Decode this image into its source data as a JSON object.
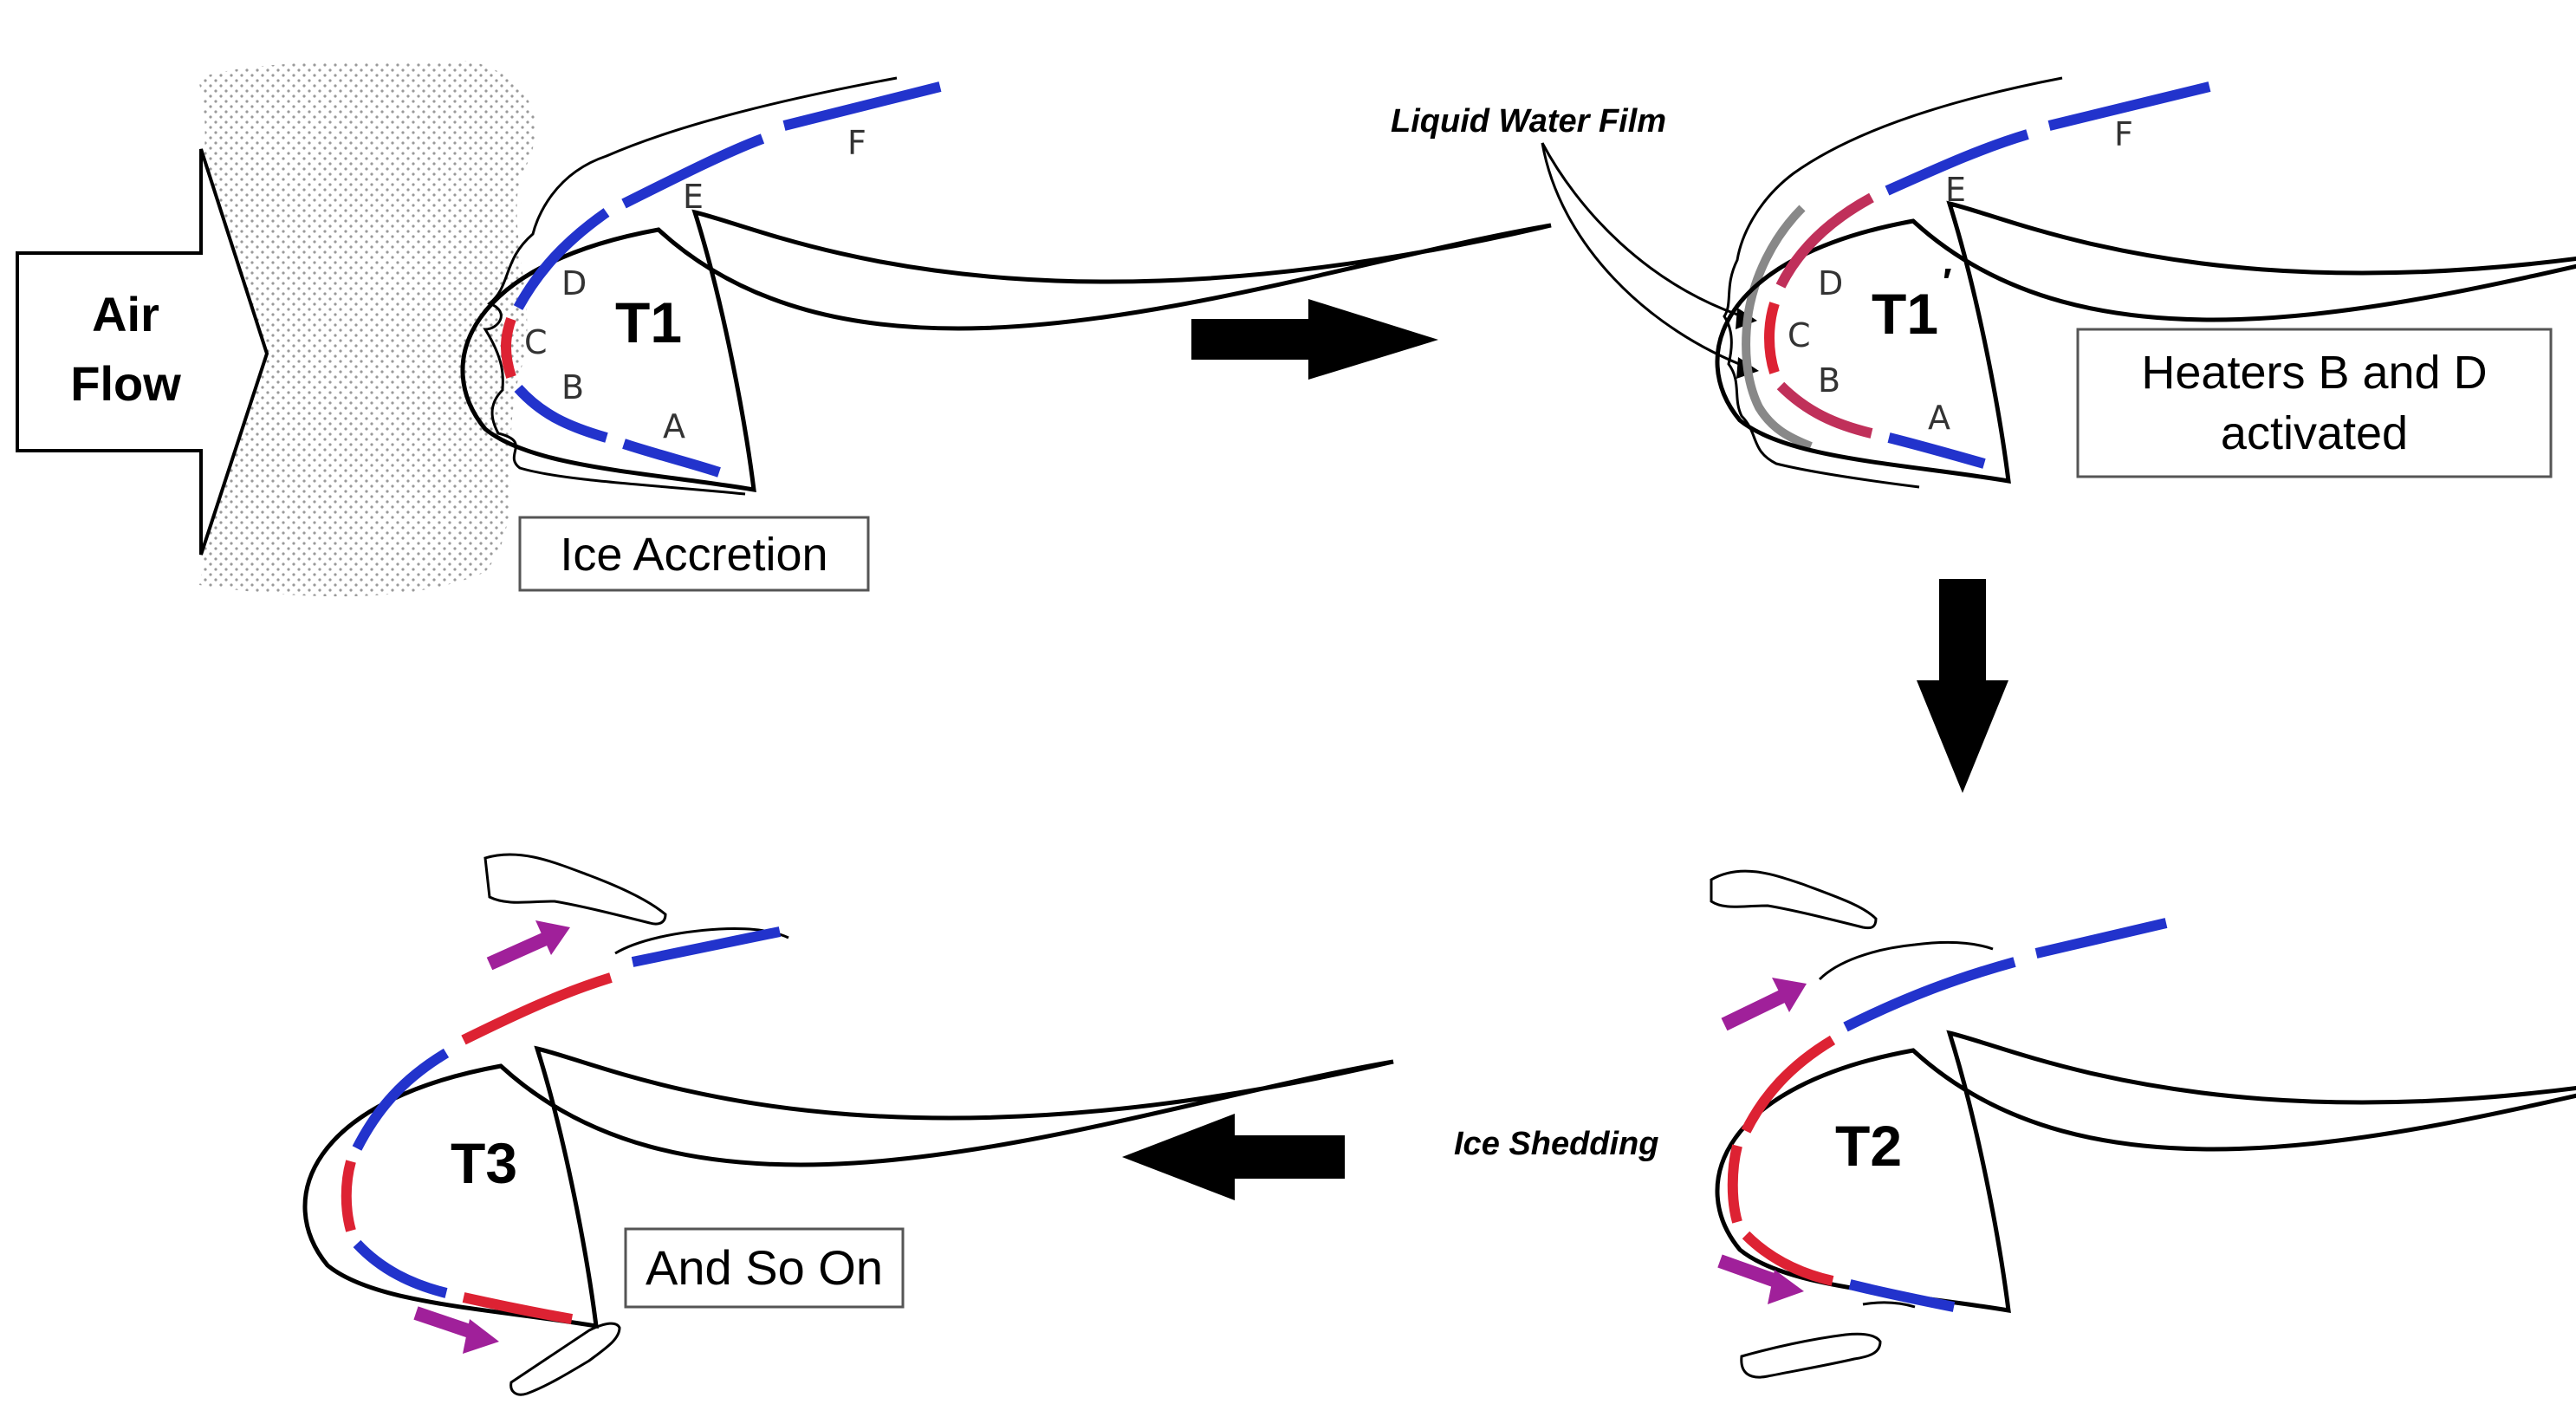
{
  "colors": {
    "heater_off": "#2233cc",
    "heater_on": "#dd2233",
    "shed_arrow": "#a0209a",
    "outline": "#000000",
    "ice_stipple": "#9a9a9a"
  },
  "labels": {
    "air_flow_line1": "Air",
    "air_flow_line2": "Flow",
    "ice_accretion": "Ice Accretion",
    "liquid_water_film": "Liquid Water Film",
    "heaters_line1": "Heaters B and D",
    "heaters_line2": "activated",
    "ice_shedding": "Ice Shedding",
    "and_so_on": "And So On"
  },
  "stages": {
    "t1": "T1",
    "t1_prime": "T1",
    "t1_prime_mark": "′",
    "t2": "T2",
    "t3": "T3"
  },
  "heaters": {
    "t1": {
      "A": "A",
      "B": "B",
      "C": "C",
      "D": "D",
      "E": "E",
      "F": "F"
    },
    "t1_prime": {
      "A": "A",
      "B": "B",
      "C": "C",
      "D": "D",
      "E": "E",
      "F": "F"
    }
  },
  "icons": {
    "air_flow": "air-flow-arrow-icon",
    "next_stage": "black-arrow-icon",
    "ice_shed": "magenta-arrow-icon"
  }
}
